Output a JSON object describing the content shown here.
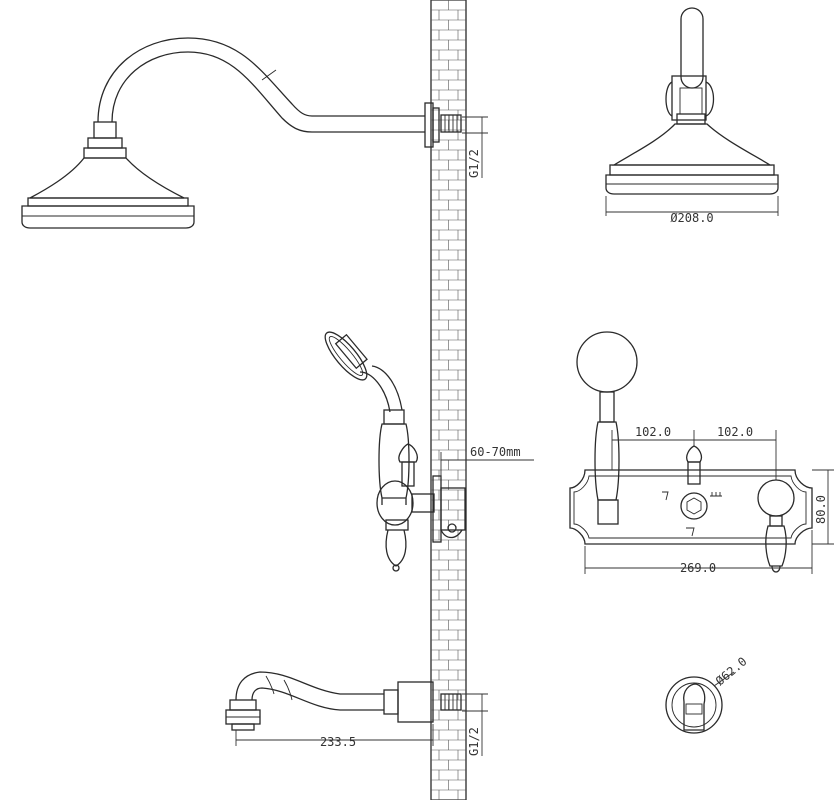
{
  "dimensions": {
    "thread_top": "G1/2",
    "head_diameter": "Ø208.0",
    "wall_gap": "60-70mm",
    "spacing_left": "102.0",
    "spacing_right": "102.0",
    "plate_height": "80.0",
    "plate_width": "269.0",
    "spout_length": "233.5",
    "thread_bottom": "G1/2",
    "escutcheon_diameter": "Ø62.0"
  },
  "colors": {
    "line": "#2a2a2a",
    "background": "#ffffff"
  },
  "icons": [
    "rain-shower-head-icon",
    "hand-shower-icon",
    "wall-bracket-icon",
    "tub-spout-icon",
    "mixer-plate-icon",
    "escutcheon-icon"
  ]
}
